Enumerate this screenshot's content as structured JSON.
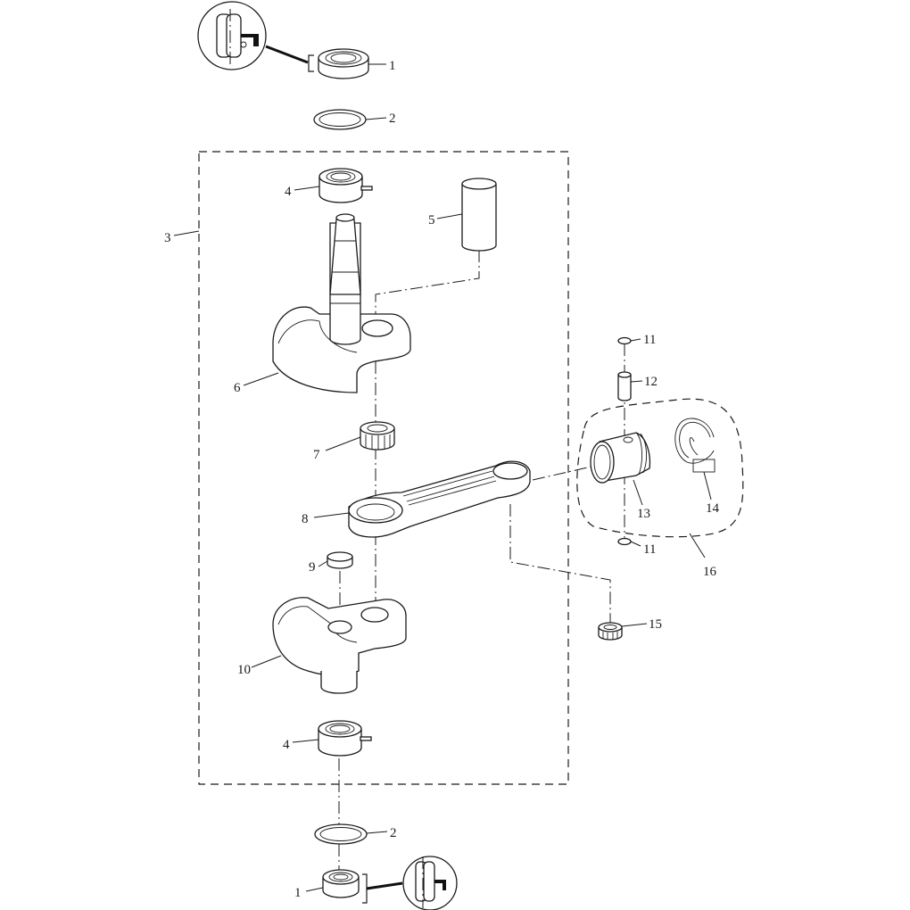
{
  "diagram": {
    "type": "exploded-parts-diagram",
    "line_color": "#1a1a1a",
    "background": "#ffffff",
    "callouts": [
      {
        "id": "c1a",
        "label": "1",
        "part": "ball-bearing-top"
      },
      {
        "id": "c2a",
        "label": "2",
        "part": "o-ring-top"
      },
      {
        "id": "c3",
        "label": "3",
        "part": "crankshaft-assembly"
      },
      {
        "id": "c4a",
        "label": "4",
        "part": "bearing-with-pin-top"
      },
      {
        "id": "c5",
        "label": "5",
        "part": "crank-pin"
      },
      {
        "id": "c6",
        "label": "6",
        "part": "upper-crank-web"
      },
      {
        "id": "c7",
        "label": "7",
        "part": "needle-bearing-big-end"
      },
      {
        "id": "c8",
        "label": "8",
        "part": "connecting-rod"
      },
      {
        "id": "c9",
        "label": "9",
        "part": "plug"
      },
      {
        "id": "c10",
        "label": "10",
        "part": "lower-crank-web"
      },
      {
        "id": "c4b",
        "label": "4",
        "part": "bearing-with-pin-bottom"
      },
      {
        "id": "c2b",
        "label": "2",
        "part": "o-ring-bottom"
      },
      {
        "id": "c1b",
        "label": "1",
        "part": "ball-bearing-bottom"
      },
      {
        "id": "c11a",
        "label": "11",
        "part": "circlip-top"
      },
      {
        "id": "c12",
        "label": "12",
        "part": "piston-pin"
      },
      {
        "id": "c13",
        "label": "13",
        "part": "piston"
      },
      {
        "id": "c14",
        "label": "14",
        "part": "piston-rings"
      },
      {
        "id": "c11b",
        "label": "11",
        "part": "circlip-bottom"
      },
      {
        "id": "c15",
        "label": "15",
        "part": "needle-bearing-small-end"
      },
      {
        "id": "c16",
        "label": "16",
        "part": "piston-assembly"
      }
    ]
  }
}
